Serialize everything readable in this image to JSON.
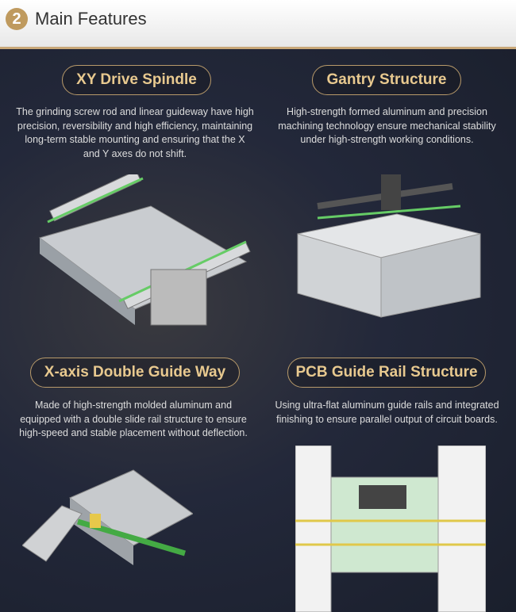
{
  "header": {
    "number": "2",
    "title": "Main Features"
  },
  "features": [
    {
      "title": "XY Drive Spindle",
      "description": "The grinding screw rod and linear guideway have high precision, reversibility and high efficiency, maintaining long-term stable mounting and ensuring that the X and Y axes do not shift."
    },
    {
      "title": "Gantry Structure",
      "description": "High-strength formed aluminum and precision machining technology ensure mechanical stability under high-strength working conditions."
    },
    {
      "title": "X-axis Double Guide Way",
      "description": "Made of high-strength molded aluminum and equipped with a double slide rail structure to ensure high-speed and stable placement without deflection."
    },
    {
      "title": "PCB Guide Rail Structure",
      "description": "Using ultra-flat aluminum guide rails and integrated finishing to ensure parallel output of circuit boards."
    }
  ]
}
